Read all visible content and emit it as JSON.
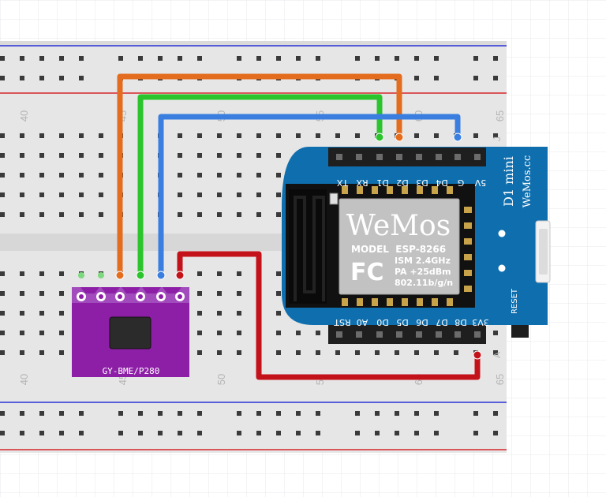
{
  "breadboard": {
    "column_numbers_top": [
      "40",
      "45",
      "50",
      "55",
      "60",
      "65"
    ],
    "column_numbers_bottom": [
      "40",
      "45",
      "50",
      "55",
      "60",
      "65"
    ],
    "row_letters": [
      "J",
      "A"
    ]
  },
  "wemos": {
    "brand": "WeMos",
    "model_line": "MODEL  ESP-8266",
    "spec_lines": [
      "ISM 2.4GHz",
      "PA +25dBm",
      "802.11b/g/n"
    ],
    "fcc_mark": "FC",
    "board_name": "D1 mini",
    "website": "WeMos.cc",
    "reset_label": "RESET",
    "top_pins": [
      "TX",
      "RX",
      "D1",
      "D2",
      "D3",
      "D4",
      "G",
      "5V"
    ],
    "bottom_pins": [
      "RST",
      "A0",
      "D0",
      "D5",
      "D6",
      "D7",
      "D8",
      "3V3"
    ]
  },
  "sensor": {
    "label": "GY-BME/P280"
  },
  "colors": {
    "wire_orange": "#e46c1e",
    "wire_green": "#2cc42c",
    "wire_blue": "#3a7ee0",
    "wire_red": "#c4121a",
    "rail_blue": "#2a32d6",
    "rail_red": "#d6262a",
    "board_blue": "#0f6fae",
    "sensor_purple": "#8d1fa7",
    "breadboard": "#e6e6e6"
  }
}
